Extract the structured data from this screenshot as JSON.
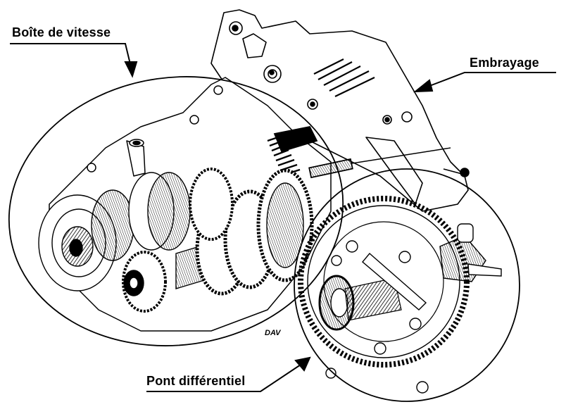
{
  "figure": {
    "title": "Cutaway illustration of a manual transaxle",
    "labels": {
      "gearbox": "Boîte de vitesse",
      "clutch": "Embrayage",
      "differential": "Pont différentiel"
    },
    "ink_color": "#000000",
    "paper_color": "#ffffff",
    "stamp": "DAV"
  }
}
